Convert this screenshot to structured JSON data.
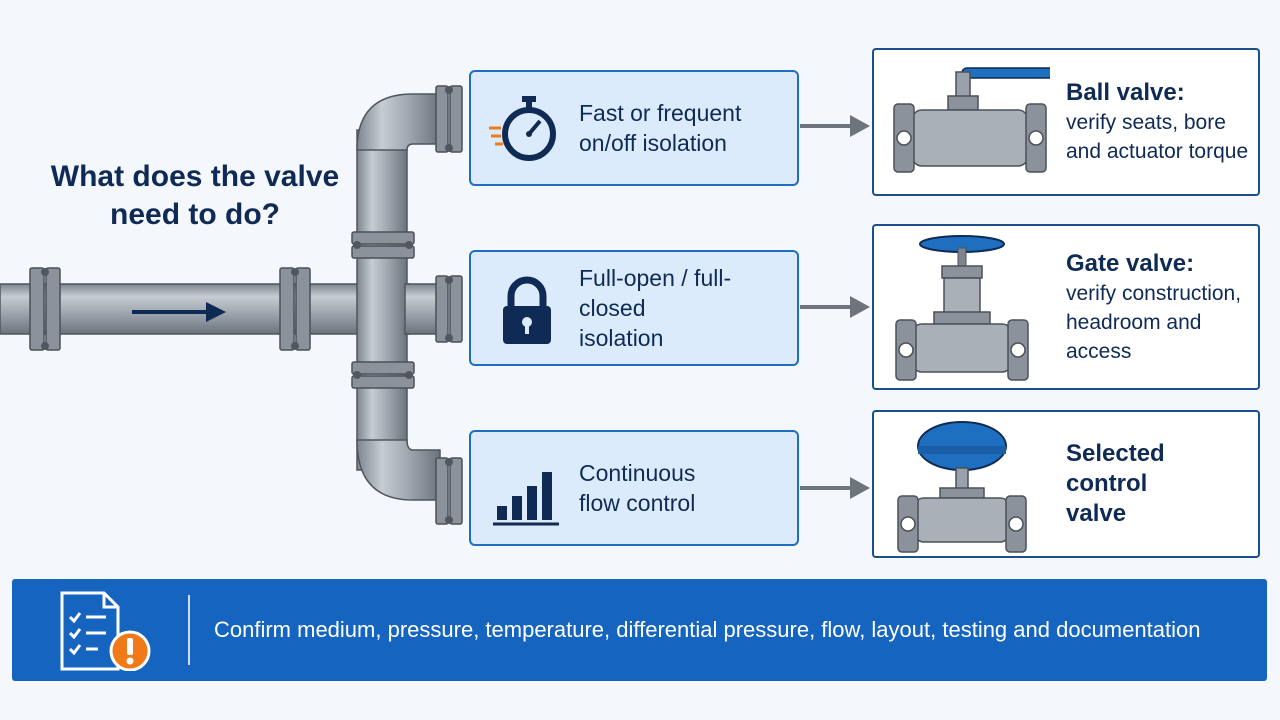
{
  "question": {
    "line1": "What does the valve",
    "line2": "need to do?"
  },
  "options": [
    {
      "line1": "Fast or frequent",
      "line2": "on/off isolation",
      "icon": "stopwatch-icon"
    },
    {
      "line1": "Full-open / full-closed",
      "line2": "isolation",
      "icon": "padlock-icon"
    },
    {
      "line1": "Continuous",
      "line2": "flow control",
      "icon": "bar-chart-icon"
    }
  ],
  "results": [
    {
      "title": "Ball valve:",
      "sub1": "verify seats, bore",
      "sub2": "and actuator torque",
      "image": "ball-valve"
    },
    {
      "title": "Gate valve:",
      "sub1": "verify construction,",
      "sub2": "headroom and access",
      "image": "gate-valve"
    },
    {
      "title": "Selected control",
      "title2": "valve",
      "image": "control-valve"
    }
  ],
  "banner": {
    "text": "Confirm medium, pressure, temperature, differential pressure, flow, layout, testing and documentation",
    "icon": "checklist-warning-icon"
  },
  "colors": {
    "navy": "#0f2a55",
    "option_fill": "#dcebfb",
    "option_border": "#1f6fc0",
    "banner": "#1565c0",
    "warning": "#f07a1a",
    "pipe": "#9ea6b0",
    "valve_blue": "#1f6fc0"
  }
}
